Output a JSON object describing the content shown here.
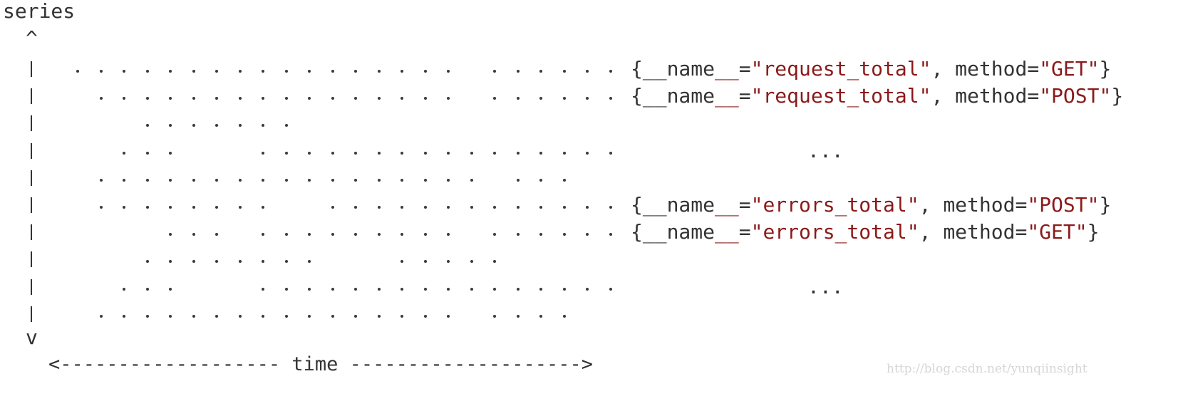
{
  "axis": {
    "y_label": "series",
    "up_arrow": "^",
    "down_arrow": "v",
    "x_axis": "<------------------- time -------------------->"
  },
  "rows": [
    {
      "label": {
        "prefix": "{__name",
        "underscores": "__",
        "eq": "=",
        "name": "\"request_total\"",
        "sep": ", method=",
        "method": "\"GET\"",
        "close": "}"
      }
    },
    {
      "label": {
        "prefix": "{__name",
        "underscores": "__",
        "eq": "=",
        "name": "\"request_total\"",
        "sep": ", method=",
        "method": "\"POST\"",
        "close": "}"
      }
    },
    {
      "label": null
    },
    {
      "ellipsis": "..."
    },
    {
      "label": null
    },
    {
      "label": {
        "prefix": "{__name",
        "underscores": "__",
        "eq": "=",
        "name": "\"errors_total\"",
        "sep": ", method=",
        "method": "\"POST\"",
        "close": "}"
      }
    },
    {
      "label": {
        "prefix": "{__name",
        "underscores": "__",
        "eq": "=",
        "name": "\"errors_total\"",
        "sep": ", method=",
        "method": "\"GET\"",
        "close": "}"
      }
    },
    {
      "label": null
    },
    {
      "ellipsis": "..."
    },
    {
      "label": null
    }
  ],
  "samples": [
    "1111111111111111101111110",
    "0111111111111111101111110",
    "0001111111000000000000000",
    "0011100011111111111111110",
    "0111111111111111110111000",
    "0111111110011111111111110",
    "0000111011111111101111110",
    "0001111111100011111000000",
    "0011100011111111111111110",
    "0111111111111111101111000"
  ],
  "watermark": "http://blog.csdn.net/yunqiinsight",
  "colors": {
    "text": "#333333",
    "string": "#8b1a1a",
    "watermark": "#d6d6d6"
  }
}
